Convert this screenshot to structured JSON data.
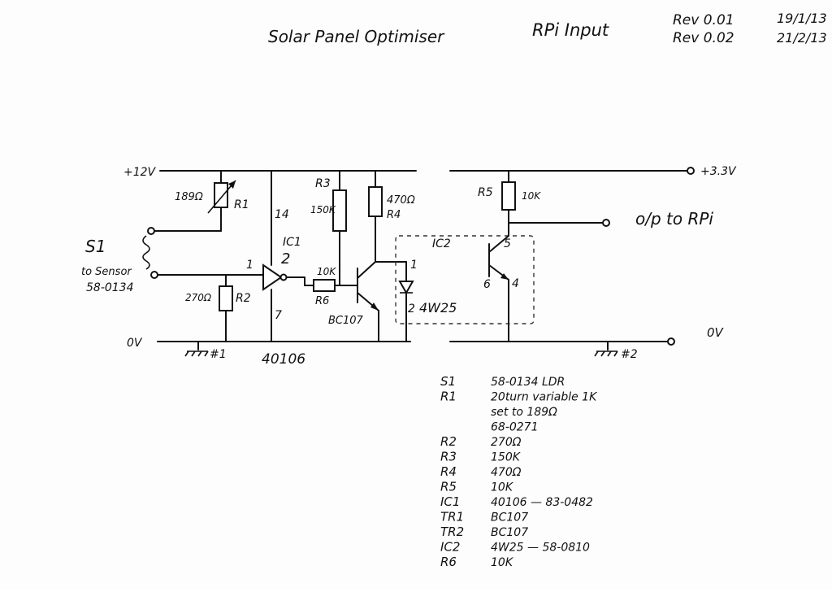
{
  "header": {
    "title": "Solar Panel Optimiser",
    "subtitle": "RPi Input",
    "revisions": [
      {
        "rev": "Rev 0.01",
        "date": "19/1/13"
      },
      {
        "rev": "Rev 0.02",
        "date": "21/2/13"
      }
    ]
  },
  "rails": {
    "plus12": "+12V",
    "zero_left": "0V",
    "plus33": "+3.3V",
    "zero_right": "0V",
    "output": "o/p to RPi",
    "ground1": "#1",
    "ground2": "#2"
  },
  "components": {
    "r1": {
      "ref": "R1",
      "value": "189Ω"
    },
    "r2": {
      "ref": "R2",
      "value": "270Ω"
    },
    "r3": {
      "ref": "R3",
      "value": "150K"
    },
    "r4": {
      "ref": "R4",
      "value": "470Ω"
    },
    "r5": {
      "ref": "R5",
      "value": "10K"
    },
    "r6": {
      "ref": "R6",
      "value": "10K"
    },
    "s1": {
      "ref": "S1",
      "note_line1": "to Sensor",
      "note_line2": "58-0134"
    },
    "ic1": {
      "ref": "IC1",
      "pin_in": "1",
      "pin_out": "2",
      "pin_vcc": "14",
      "pin_gnd": "7",
      "part": "40106"
    },
    "tr1": {
      "part": "BC107"
    },
    "ic2": {
      "ref": "IC2",
      "part": "4W25",
      "pin1": "1",
      "pin2": "2",
      "pin4": "4",
      "pin5": "5",
      "pin6": "6"
    }
  },
  "parts_list": [
    {
      "ref": "S1",
      "desc": "58-0134  LDR"
    },
    {
      "ref": "R1",
      "desc": "20turn variable 1K"
    },
    {
      "ref": "",
      "desc": "set to 189Ω"
    },
    {
      "ref": "",
      "desc": "68-0271"
    },
    {
      "ref": "R2",
      "desc": "270Ω"
    },
    {
      "ref": "R3",
      "desc": "150K"
    },
    {
      "ref": "R4",
      "desc": "470Ω"
    },
    {
      "ref": "R5",
      "desc": "10K"
    },
    {
      "ref": "IC1",
      "desc": "40106 — 83-0482"
    },
    {
      "ref": "TR1",
      "desc": "BC107"
    },
    {
      "ref": "TR2",
      "desc": "BC107"
    },
    {
      "ref": "IC2",
      "desc": "4W25 — 58-0810"
    },
    {
      "ref": "R6",
      "desc": "10K"
    }
  ]
}
